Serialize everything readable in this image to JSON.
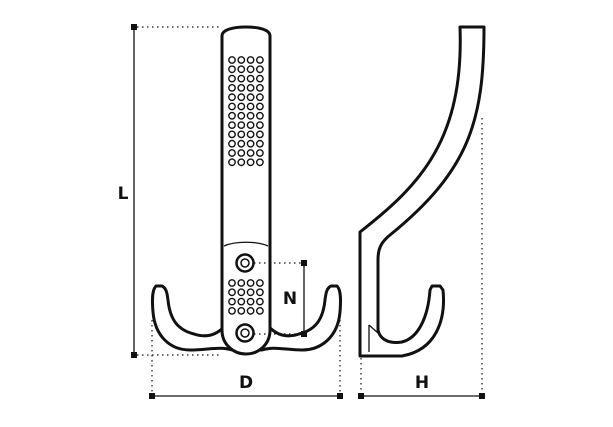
{
  "dimensions": {
    "length_label": "L",
    "depth_label": "D",
    "hole_spacing_label": "N",
    "height_label": "H"
  },
  "colors": {
    "line": "#111111",
    "background": "#ffffff"
  }
}
